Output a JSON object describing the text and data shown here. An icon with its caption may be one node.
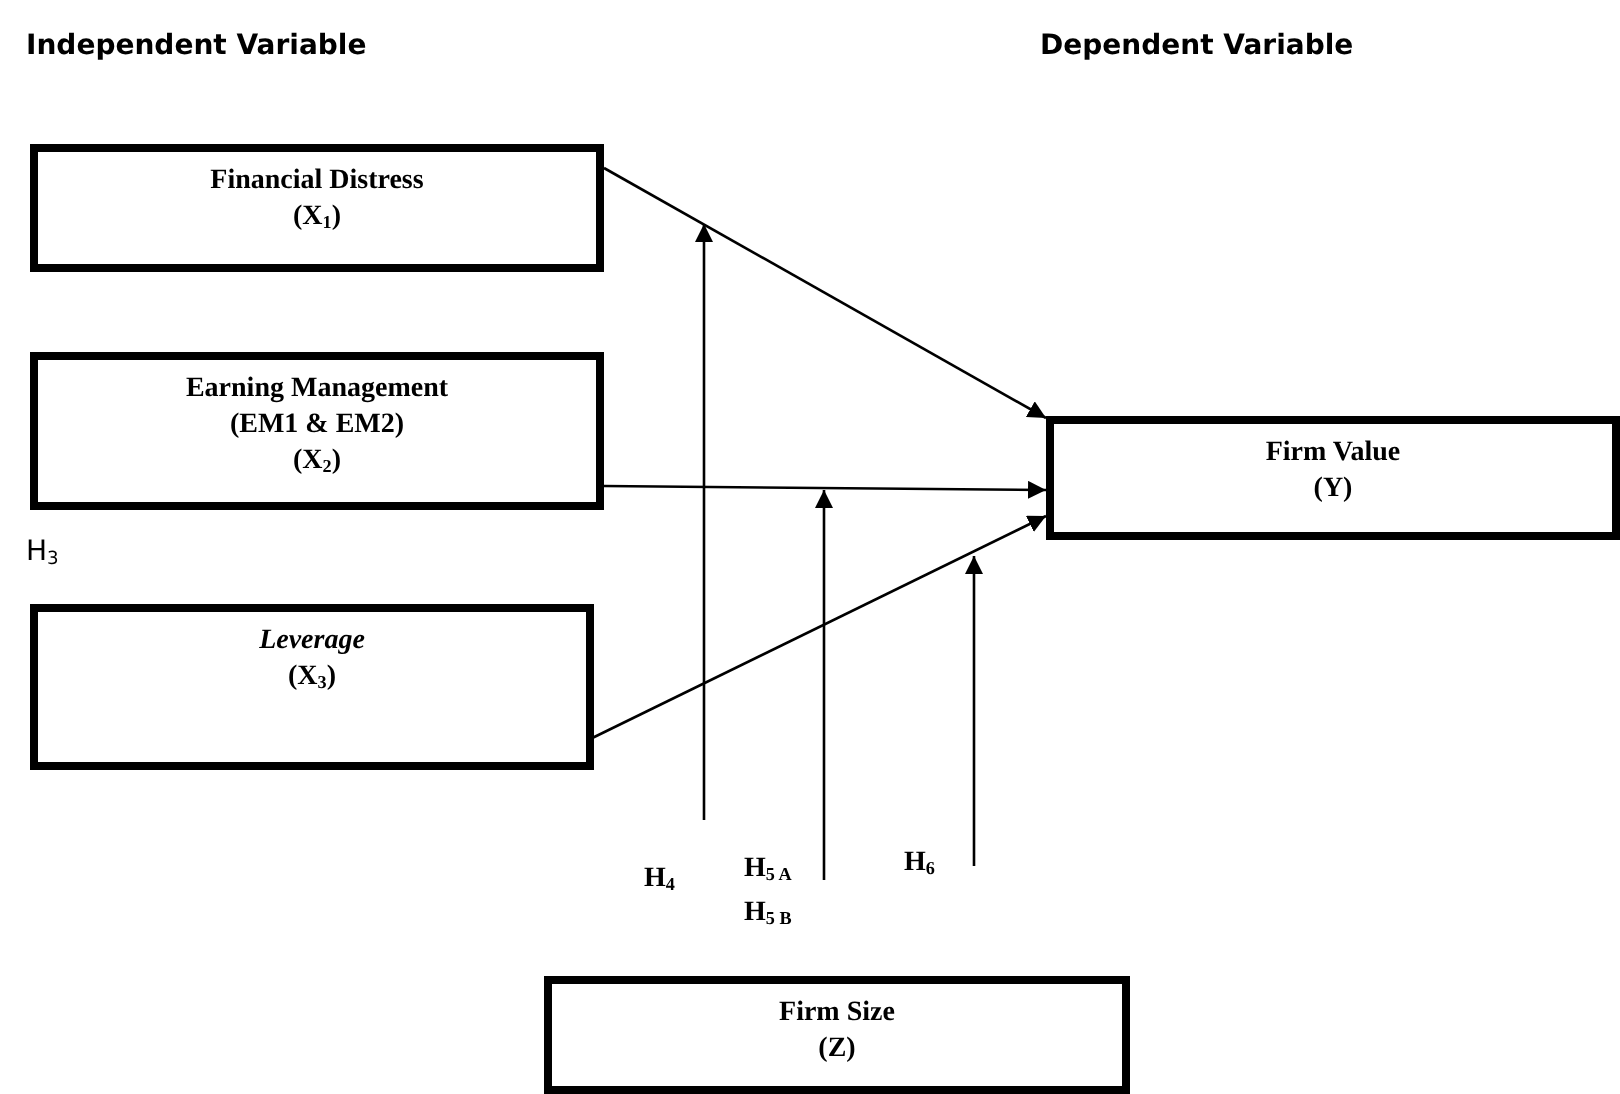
{
  "diagram": {
    "nodes": [
      {
        "text": [
          "Financial Distress",
          "(X$_{1}$)"
        ]
      },
      {
        "text": [
          "Earning Management",
          "(EM1 & EM2)",
          "(X$_{2}$)"
        ]
      },
      {
        "text": [
          "*Leverage*",
          "(X$_{3}$)"
        ]
      },
      {
        "text": [
          "Firm Value",
          "(Y)"
        ]
      },
      {
        "text": [
          "Firm Size",
          "(Z)"
        ]
      },
      {
        "text": [
          "H$_{4}$"
        ]
      },
      {
        "text": [
          "H$_{5 A}$",
          "H$_{5 B}$"
        ]
      },
      {
        "text": [
          "H$_{6}$"
        ]
      }
    ],
    "edges": [
      {
        "from": 0,
        "to": 3,
        "arrow": "to"
      },
      {
        "from": 1,
        "to": 3,
        "arrow": "to"
      },
      {
        "from": 2,
        "to": 3,
        "arrow": "to"
      },
      {
        "from": 5,
        "to": null,
        "arrow": "to"
      },
      {
        "from": 6,
        "to": null,
        "arrow": "to"
      },
      {
        "from": 7,
        "to": null,
        "arrow": "to"
      }
    ],
    "labels": [
      "Independent Variable",
      "Dependent Variable",
      "H$_{3}$"
    ]
  }
}
